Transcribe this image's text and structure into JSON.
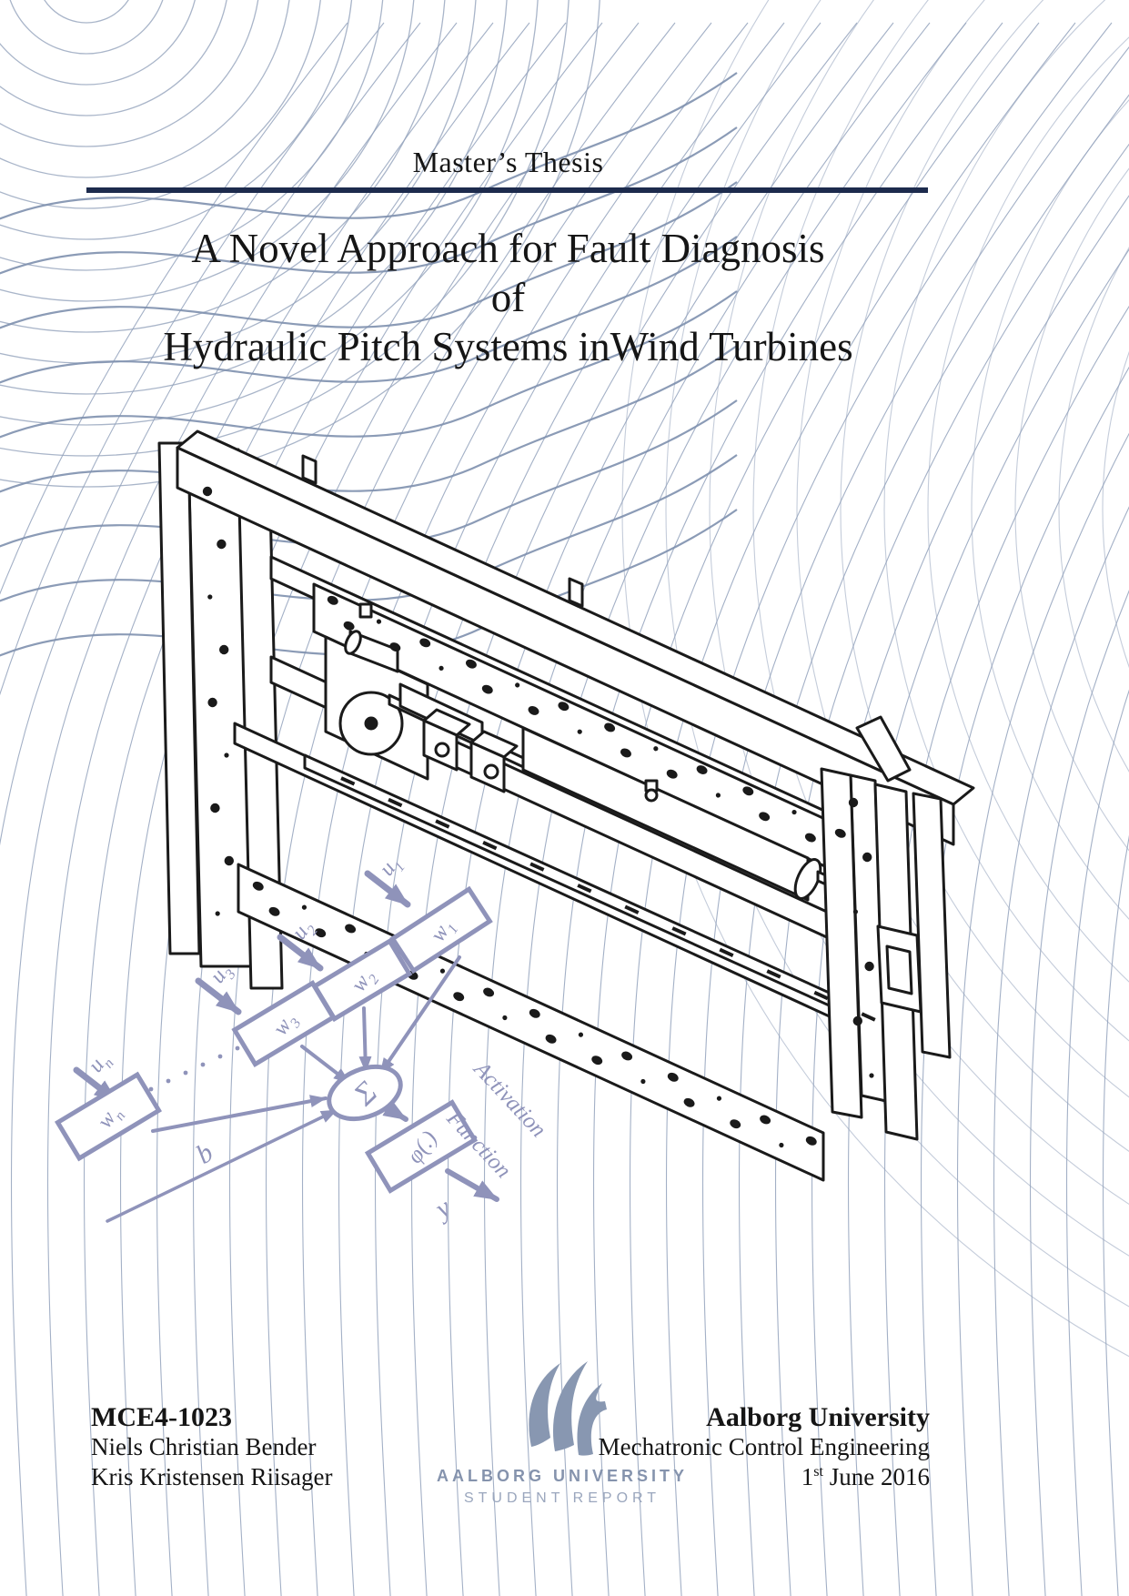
{
  "header": {
    "label": "Master’s Thesis"
  },
  "title": {
    "line1": "A Novel Approach for Fault Diagnosis",
    "line2": "of",
    "line3": "Hydraulic Pitch Systems inWind Turbines"
  },
  "diagram": {
    "inputs": [
      {
        "base": "u",
        "sub": "1"
      },
      {
        "base": "u",
        "sub": "2"
      },
      {
        "base": "u",
        "sub": "3"
      },
      {
        "base": "u",
        "sub": "n"
      }
    ],
    "weights": [
      {
        "base": "w",
        "sub": "1"
      },
      {
        "base": "w",
        "sub": "2"
      },
      {
        "base": "w",
        "sub": "3"
      },
      {
        "base": "w",
        "sub": "n"
      }
    ],
    "sum_symbol": "Σ",
    "activation_box": "φ(.)",
    "activation_caption": [
      "Activation",
      "Function"
    ],
    "bias_label": "b",
    "output_label": "y"
  },
  "footer": {
    "left": {
      "project_id": "MCE4-1023",
      "author1": "Niels Christian Bender",
      "author2": "Kris Kristensen Riisager"
    },
    "logo": {
      "line1": "AALBORG UNIVERSITY",
      "line2": "STUDENT REPORT"
    },
    "right": {
      "university": "Aalborg University",
      "department": "Mechatronic Control Engineering",
      "date_day": "1",
      "date_sup": "st",
      "date_rest": " June 2016"
    }
  },
  "colors": {
    "rule_navy": "#1d2b4d",
    "contour_line": "#93a2bc",
    "contour_wave": "#7e90ae",
    "sketch_purple": "#8f93ba",
    "logo_slate": "#8897b1",
    "drawing_ink": "#1a1a1a"
  }
}
